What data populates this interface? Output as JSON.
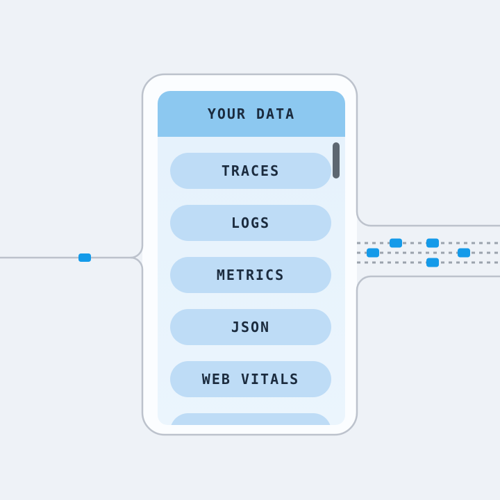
{
  "card": {
    "header_label": "YOUR DATA",
    "items": [
      "TRACES",
      "LOGS",
      "METRICS",
      "JSON",
      "WEB VITALS"
    ],
    "partial_item_label": ""
  },
  "pipes": {
    "left_inbound_lines": 1,
    "left_packet_count": 1,
    "right_outbound_dashed_lanes": 3,
    "right_packet_count": 5
  },
  "colors": {
    "page-bg": "#eef2f7",
    "card-fill": "#fbfdff",
    "card-border": "#c2c8d2",
    "header-blue": "#8cc8f0",
    "panel-blue": "#e6f2fc",
    "pill-blue": "#bedcf6",
    "text-navy": "#1b2b3e",
    "scrollbar-gray": "#5d6771",
    "line-gray": "#bcc2cc",
    "dash-gray": "#9ba3ad",
    "packet-blue": "#149ae9"
  }
}
